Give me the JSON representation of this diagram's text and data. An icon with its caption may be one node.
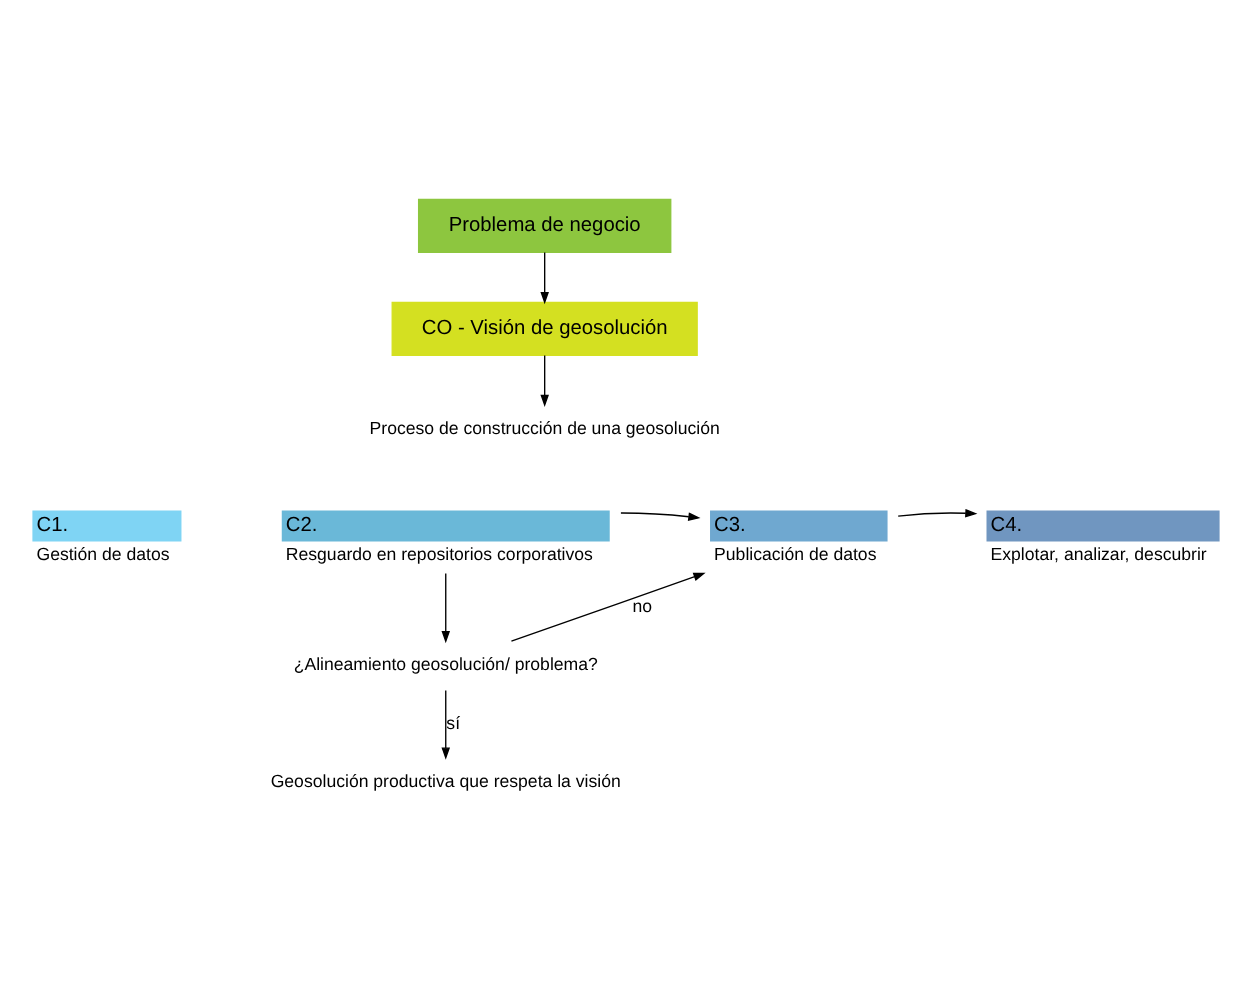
{
  "diagram": {
    "nodes": [
      {
        "text": [
          "Problema de negocio"
        ]
      },
      {
        "text": [
          "CO - Visión de geosolución"
        ]
      },
      {
        "text": [
          "Proceso de construcción de una geosolución"
        ]
      },
      {
        "text": [
          "C1.",
          "Gestión de datos"
        ]
      },
      {
        "text": [
          "C2.",
          "Resguardo en repositorios corporativos"
        ]
      },
      {
        "text": [
          "C3.",
          "Publicación de datos"
        ]
      },
      {
        "text": [
          "C4.",
          "Explotar, analizar, descubrir"
        ]
      },
      {
        "text": [
          "¿Alineamiento geosolución/ problema?"
        ]
      },
      {
        "text": [
          "Geosolución productiva que respeta la visión"
        ]
      }
    ],
    "edges": [
      {
        "from": 0,
        "to": 1,
        "arrow": "to"
      },
      {
        "from": 1,
        "to": 2,
        "arrow": "to"
      },
      {
        "from": 4,
        "to": 5,
        "arrow": "to"
      },
      {
        "from": 5,
        "to": 6,
        "arrow": "to"
      },
      {
        "from": 4,
        "to": 7,
        "arrow": "to"
      },
      {
        "from": 7,
        "to": 5,
        "label": "no",
        "arrow": "to"
      },
      {
        "from": 7,
        "to": 8,
        "label": "sí",
        "arrow": "to"
      }
    ]
  }
}
